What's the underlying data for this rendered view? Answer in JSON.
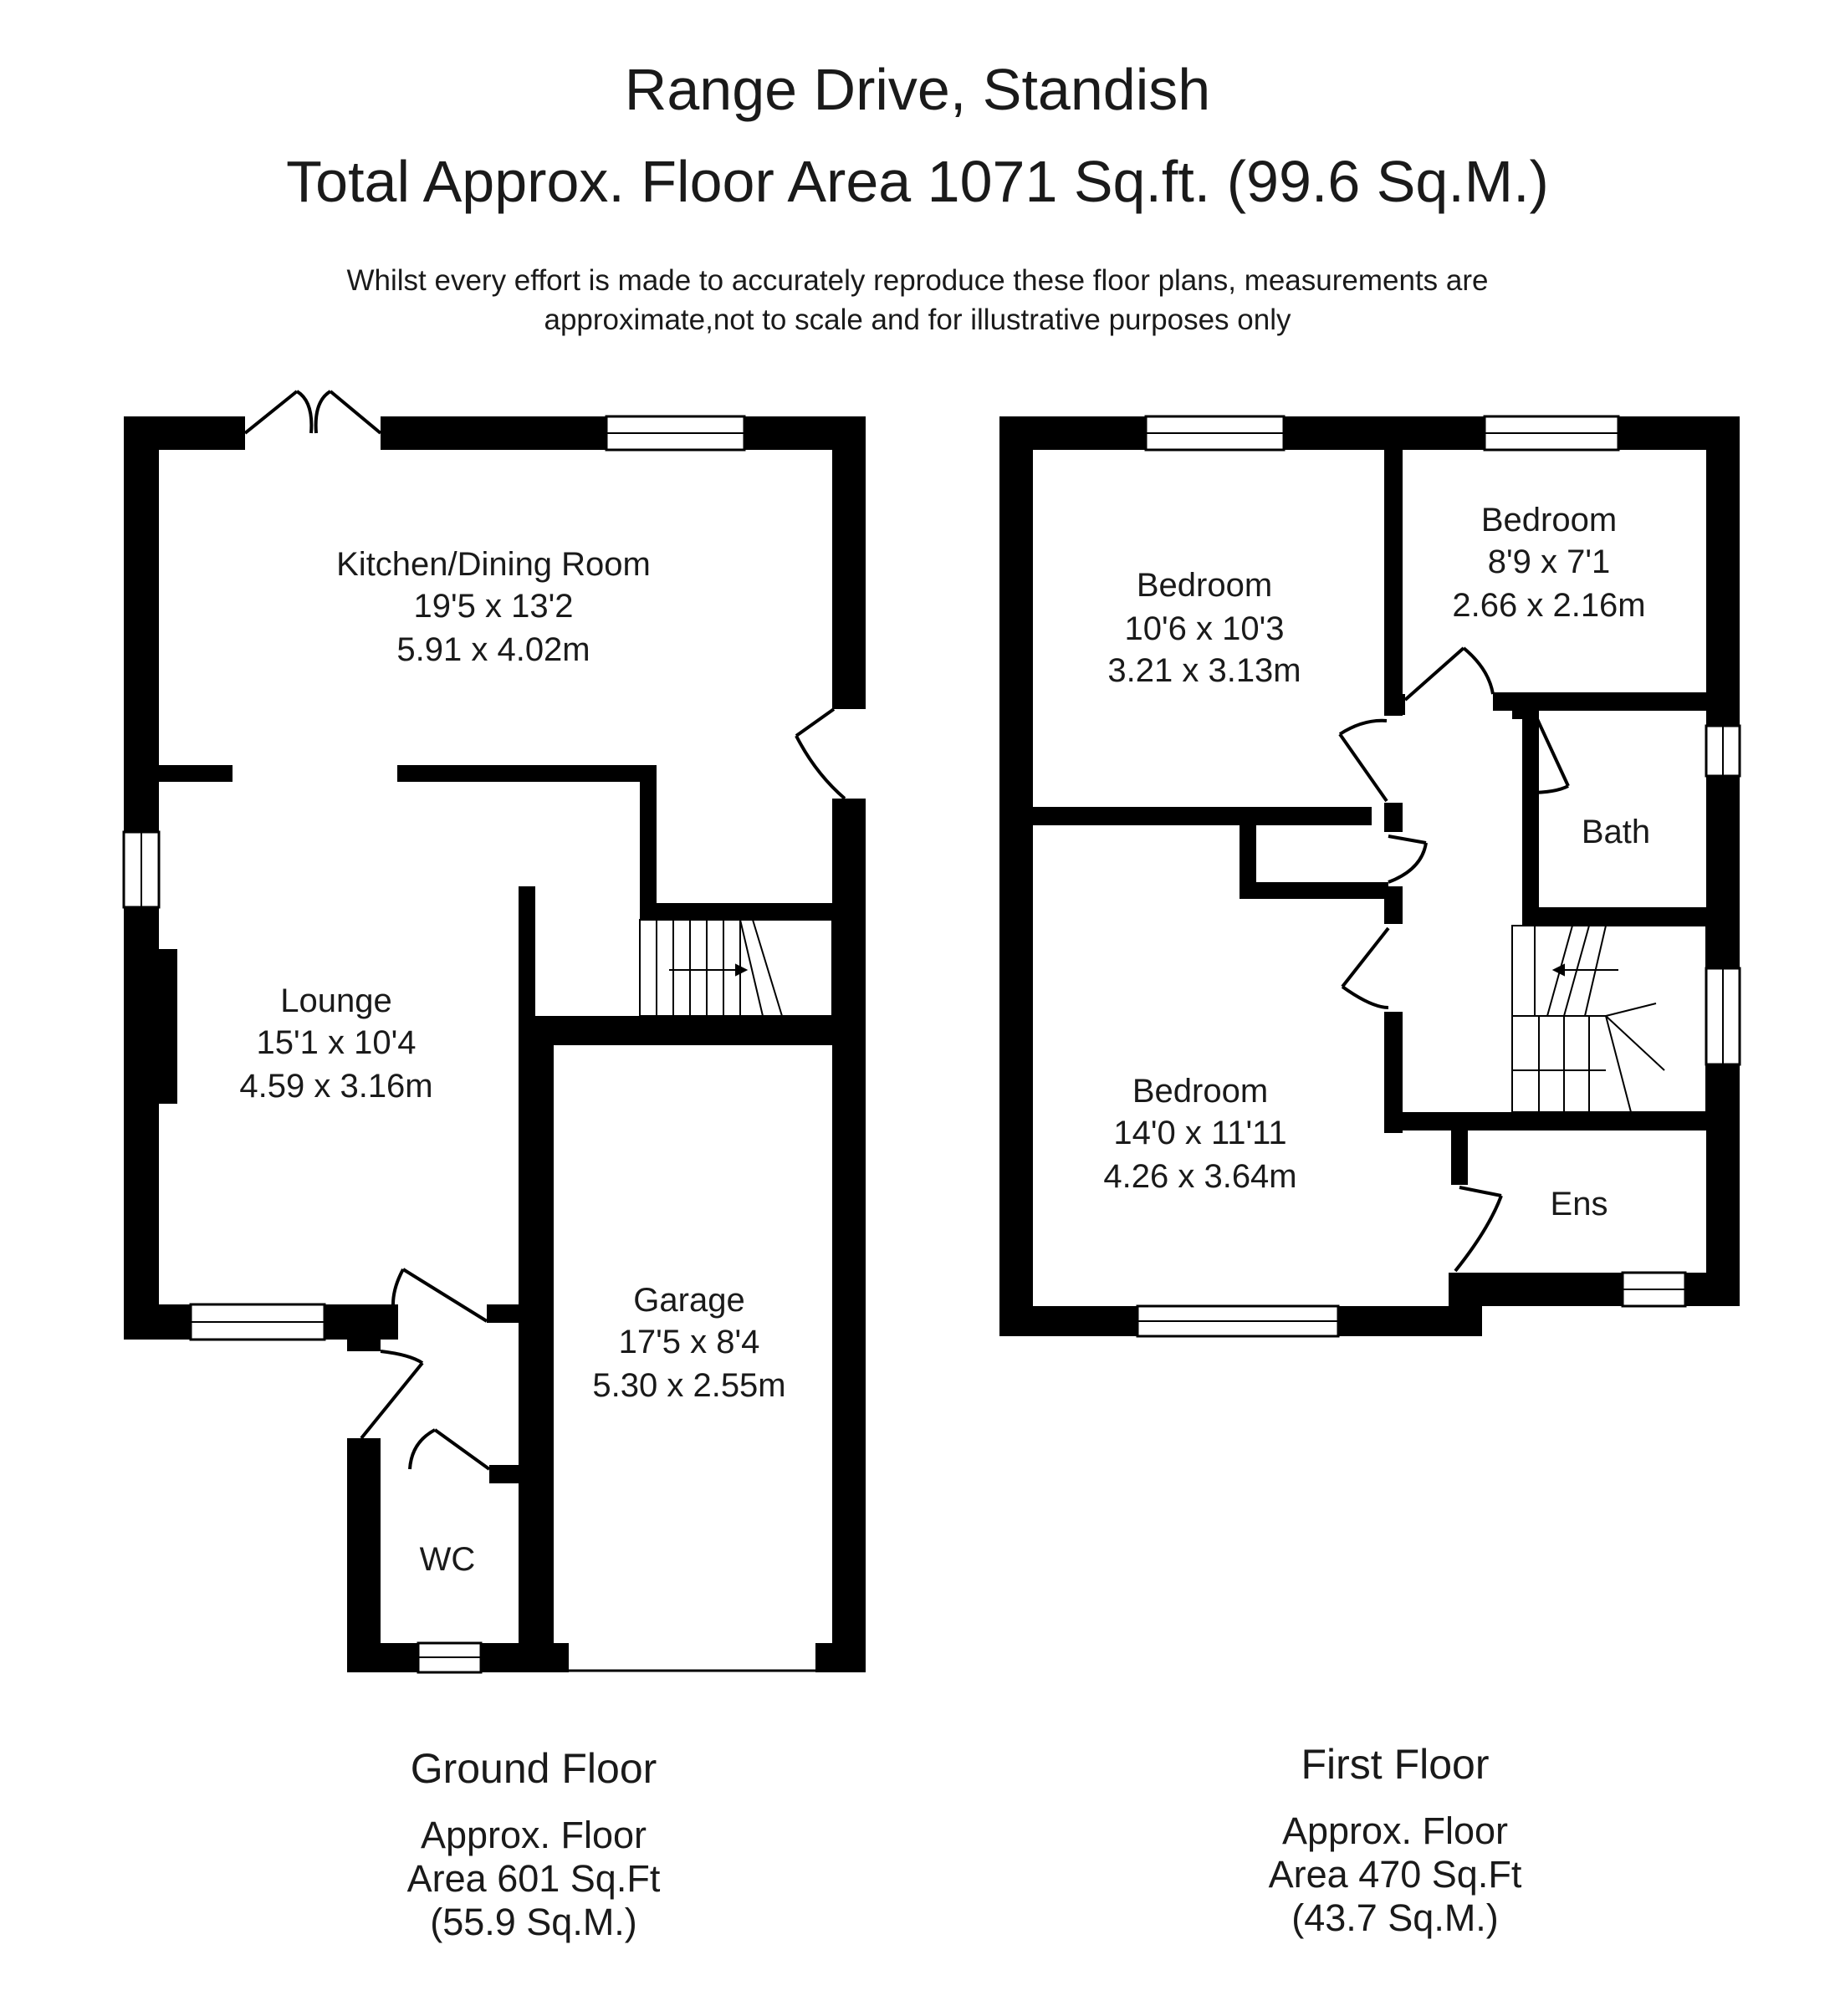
{
  "header": {
    "title": "Range Drive, Standish",
    "total_area": "Total Approx. Floor Area 1071 Sq.ft. (99.6 Sq.M.)",
    "disclaimer_line1": "Whilst every effort is made to accurately reproduce these floor plans, measurements are",
    "disclaimer_line2": "approximate,not to scale and for illustrative purposes only"
  },
  "ground_floor": {
    "name": "Ground Floor",
    "area_line1": "Approx. Floor",
    "area_line2": "Area 601 Sq.Ft",
    "area_line3": "(55.9 Sq.M.)",
    "rooms": {
      "kitchen": {
        "name": "Kitchen/Dining Room",
        "imperial": "19'5 x 13'2",
        "metric": "5.91 x 4.02m"
      },
      "lounge": {
        "name": "Lounge",
        "imperial": "15'1 x 10'4",
        "metric": "4.59 x 3.16m"
      },
      "garage": {
        "name": "Garage",
        "imperial": "17'5 x 8'4",
        "metric": "5.30 x 2.55m"
      },
      "wc": {
        "name": "WC"
      }
    }
  },
  "first_floor": {
    "name": "First Floor",
    "area_line1": "Approx. Floor",
    "area_line2": "Area 470 Sq.Ft",
    "area_line3": "(43.7 Sq.M.)",
    "rooms": {
      "bedroom1": {
        "name": "Bedroom",
        "imperial": "10'6 x 10'3",
        "metric": "3.21 x 3.13m"
      },
      "bedroom2": {
        "name": "Bedroom",
        "imperial": "8'9 x 7'1",
        "metric": "2.66 x 2.16m"
      },
      "bath": {
        "name": "Bath"
      },
      "bedroom3": {
        "name": "Bedroom",
        "imperial": "14'0 x 11'11",
        "metric": "4.26 x 3.64m"
      },
      "ensuite": {
        "name": "Ens"
      }
    }
  },
  "colors": {
    "wall": "#000000",
    "text": "#1a1a1a",
    "background": "#ffffff"
  }
}
